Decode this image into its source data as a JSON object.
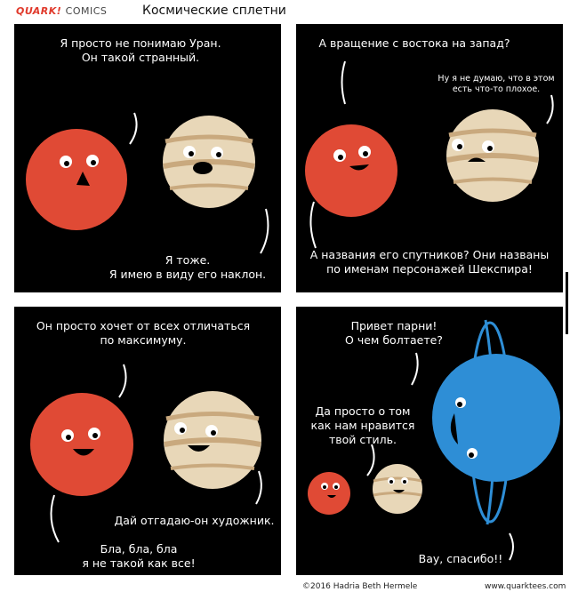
{
  "header": {
    "logo_main": "QUARK!",
    "logo_sub": "COMICS",
    "title": "Космические сплетни"
  },
  "panels": [
    {
      "lines": [
        "Я просто не понимаю Уран.",
        "Он такой странный."
      ],
      "lines2": [
        "Я тоже.",
        "Я имею в виду его наклон."
      ]
    },
    {
      "lines": [
        "А вращение с востока на запад?"
      ],
      "small": [
        "Ну я не думаю, что в этом",
        "есть что-то плохое."
      ],
      "lines2": [
        "А названия его спутников? Они названы",
        "по именам персонажей Шекспира!"
      ]
    },
    {
      "lines": [
        "Он просто хочет от всех отличаться",
        "по максимуму."
      ],
      "lines2": [
        "Дай отгадаю-он художник."
      ],
      "lines3": [
        "Бла, бла, бла",
        "я не такой как все!"
      ]
    },
    {
      "lines": [
        "Привет парни!",
        "О чем болтаете?"
      ],
      "lines2": [
        "Да просто о том",
        "как нам нравится",
        "твой стиль."
      ],
      "lines3": [
        "Вау, спасибо!!"
      ]
    }
  ],
  "footer": {
    "copyright": "©2016 Hadria Beth Hermele",
    "site": "www.quarktees.com"
  },
  "colors": {
    "mars": "#e04a35",
    "saturn": "#e8d7b8",
    "uranus": "#2e8ed6",
    "panel_bg": "#000000"
  }
}
